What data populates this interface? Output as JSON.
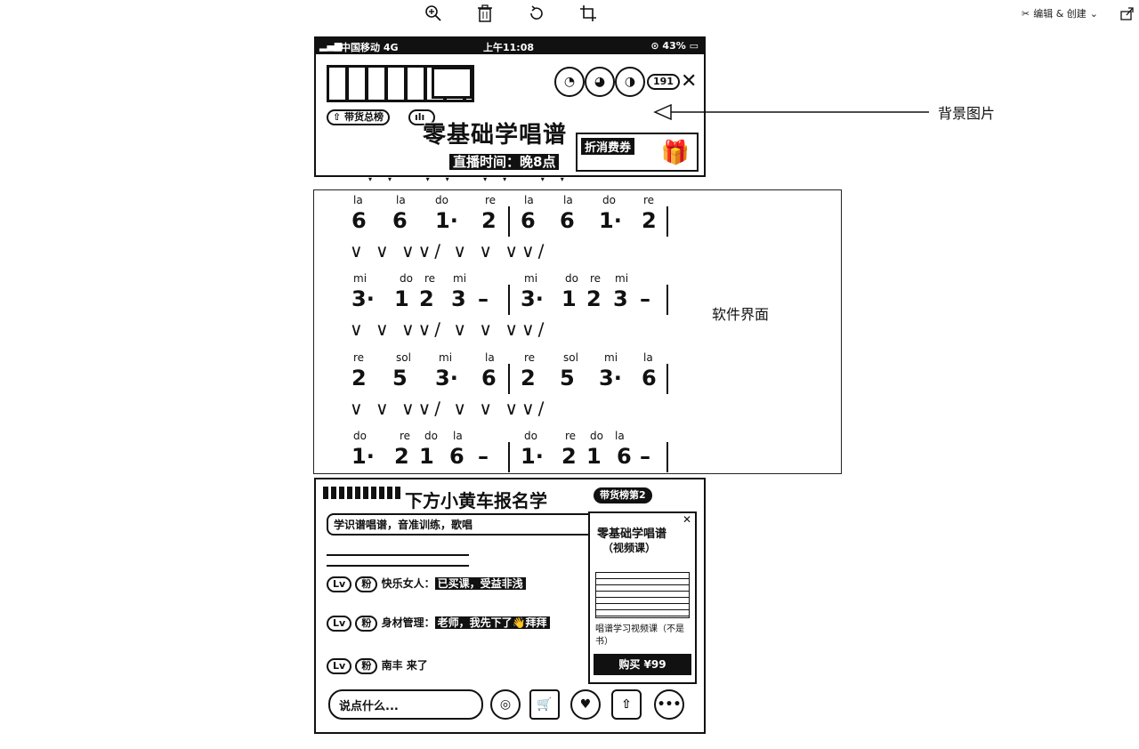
{
  "toolbar": {
    "edit_create_label": "编辑 & 创建",
    "icons": [
      "zoom-in-icon",
      "delete-icon",
      "rotate-icon",
      "crop-icon",
      "magic-edit-icon",
      "share-icon"
    ]
  },
  "annotations": {
    "background_label": "背景图片",
    "software_label": "软件界面"
  },
  "status_bar": {
    "carrier": "中国移动 4G",
    "time": "上午11:08",
    "battery": "43%"
  },
  "live_header": {
    "viewer_count": "191",
    "rank_badge": "带货总榜",
    "banner_title": "零基础学唱谱",
    "live_time": "直播时间：晚8点",
    "coupon": "折消费券"
  },
  "score": {
    "rows": [
      {
        "solfege": [
          "la",
          "la",
          "do",
          "re",
          "la",
          "la",
          "do",
          "re"
        ],
        "notes": [
          "6",
          "6",
          "1·",
          "2",
          "6",
          "6",
          "1·",
          "2"
        ]
      },
      {
        "solfege": [
          "mi",
          "do",
          "re",
          "mi",
          "mi",
          "do",
          "re",
          "mi"
        ],
        "notes": [
          "3·",
          "1",
          "2",
          "3",
          "–",
          "3·",
          "1",
          "2",
          "3",
          "–"
        ]
      },
      {
        "solfege": [
          "re",
          "sol",
          "mi",
          "la",
          "re",
          "sol",
          "mi",
          "la"
        ],
        "notes": [
          "2",
          "5",
          "3·",
          "6",
          "2",
          "5",
          "3·",
          "6"
        ]
      },
      {
        "solfege": [
          "do",
          "re",
          "do",
          "la",
          "do",
          "re",
          "do",
          "la"
        ],
        "notes": [
          "1·",
          "2",
          "1",
          "6",
          "–",
          "1·",
          "2",
          "1",
          "6",
          "–"
        ]
      }
    ]
  },
  "live_bottom": {
    "headline": "下方小黄车报名学",
    "ranking": "带货榜第2",
    "chat": [
      {
        "user": "快乐女人",
        "text": "已买课，受益非浅"
      },
      {
        "user": "身材管理",
        "text": "老师，我先下了👋拜拜"
      },
      {
        "user": "",
        "text": "南丰 来了"
      }
    ],
    "intro_text": "学识谱唱谱，音准训练，歌唱",
    "input_placeholder": "说点什么...",
    "product_card": {
      "title": "零基础学唱谱",
      "subtitle": "（视频课）",
      "desc": "唱谱学习视频课（不是书）",
      "buy_label": "购买 ¥99"
    }
  }
}
